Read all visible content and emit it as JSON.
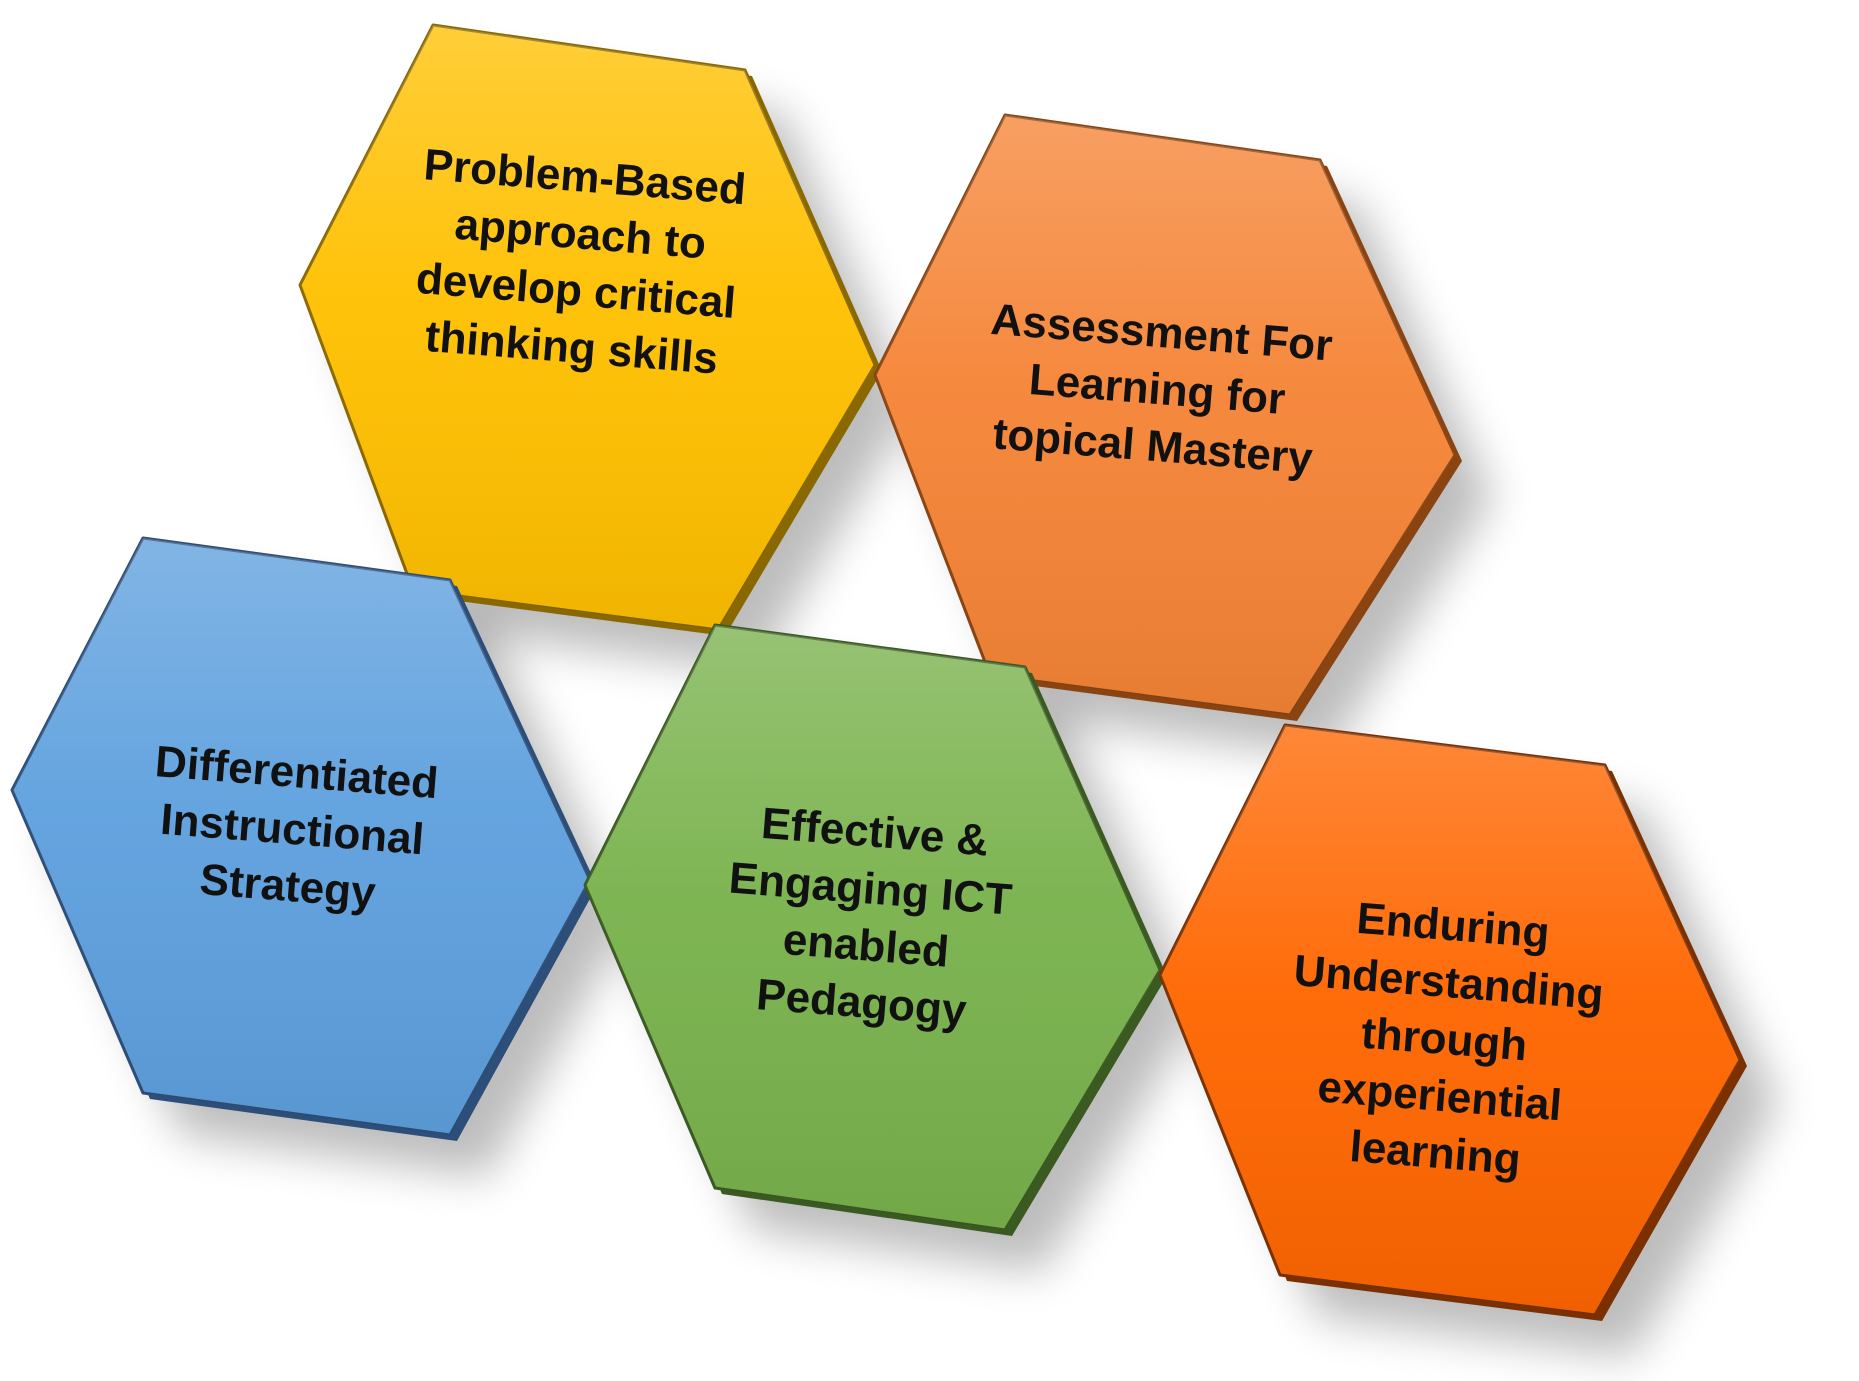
{
  "hexagons": [
    {
      "id": "problem-based",
      "lines": [
        "Problem-Based",
        "approach to",
        "develop critical",
        "thinking skills"
      ],
      "color": "#FFC000",
      "edge": "#8A6800"
    },
    {
      "id": "assessment",
      "lines": [
        "Assessment For",
        "Learning for",
        "topical Mastery"
      ],
      "color": "#F58436",
      "edge": "#8A4412"
    },
    {
      "id": "differentiated",
      "lines": [
        "Differentiated",
        "Instructional",
        "Strategy"
      ],
      "color": "#5EA0DE",
      "edge": "#2C4E78"
    },
    {
      "id": "ict",
      "lines": [
        "Effective &",
        "Engaging ICT",
        "enabled",
        "Pedagogy"
      ],
      "color": "#79B24C",
      "edge": "#3B5A22"
    },
    {
      "id": "enduring",
      "lines": [
        "Enduring",
        "Understanding",
        "through",
        "experiential",
        "learning"
      ],
      "color": "#FF6600",
      "edge": "#7A3000"
    }
  ]
}
